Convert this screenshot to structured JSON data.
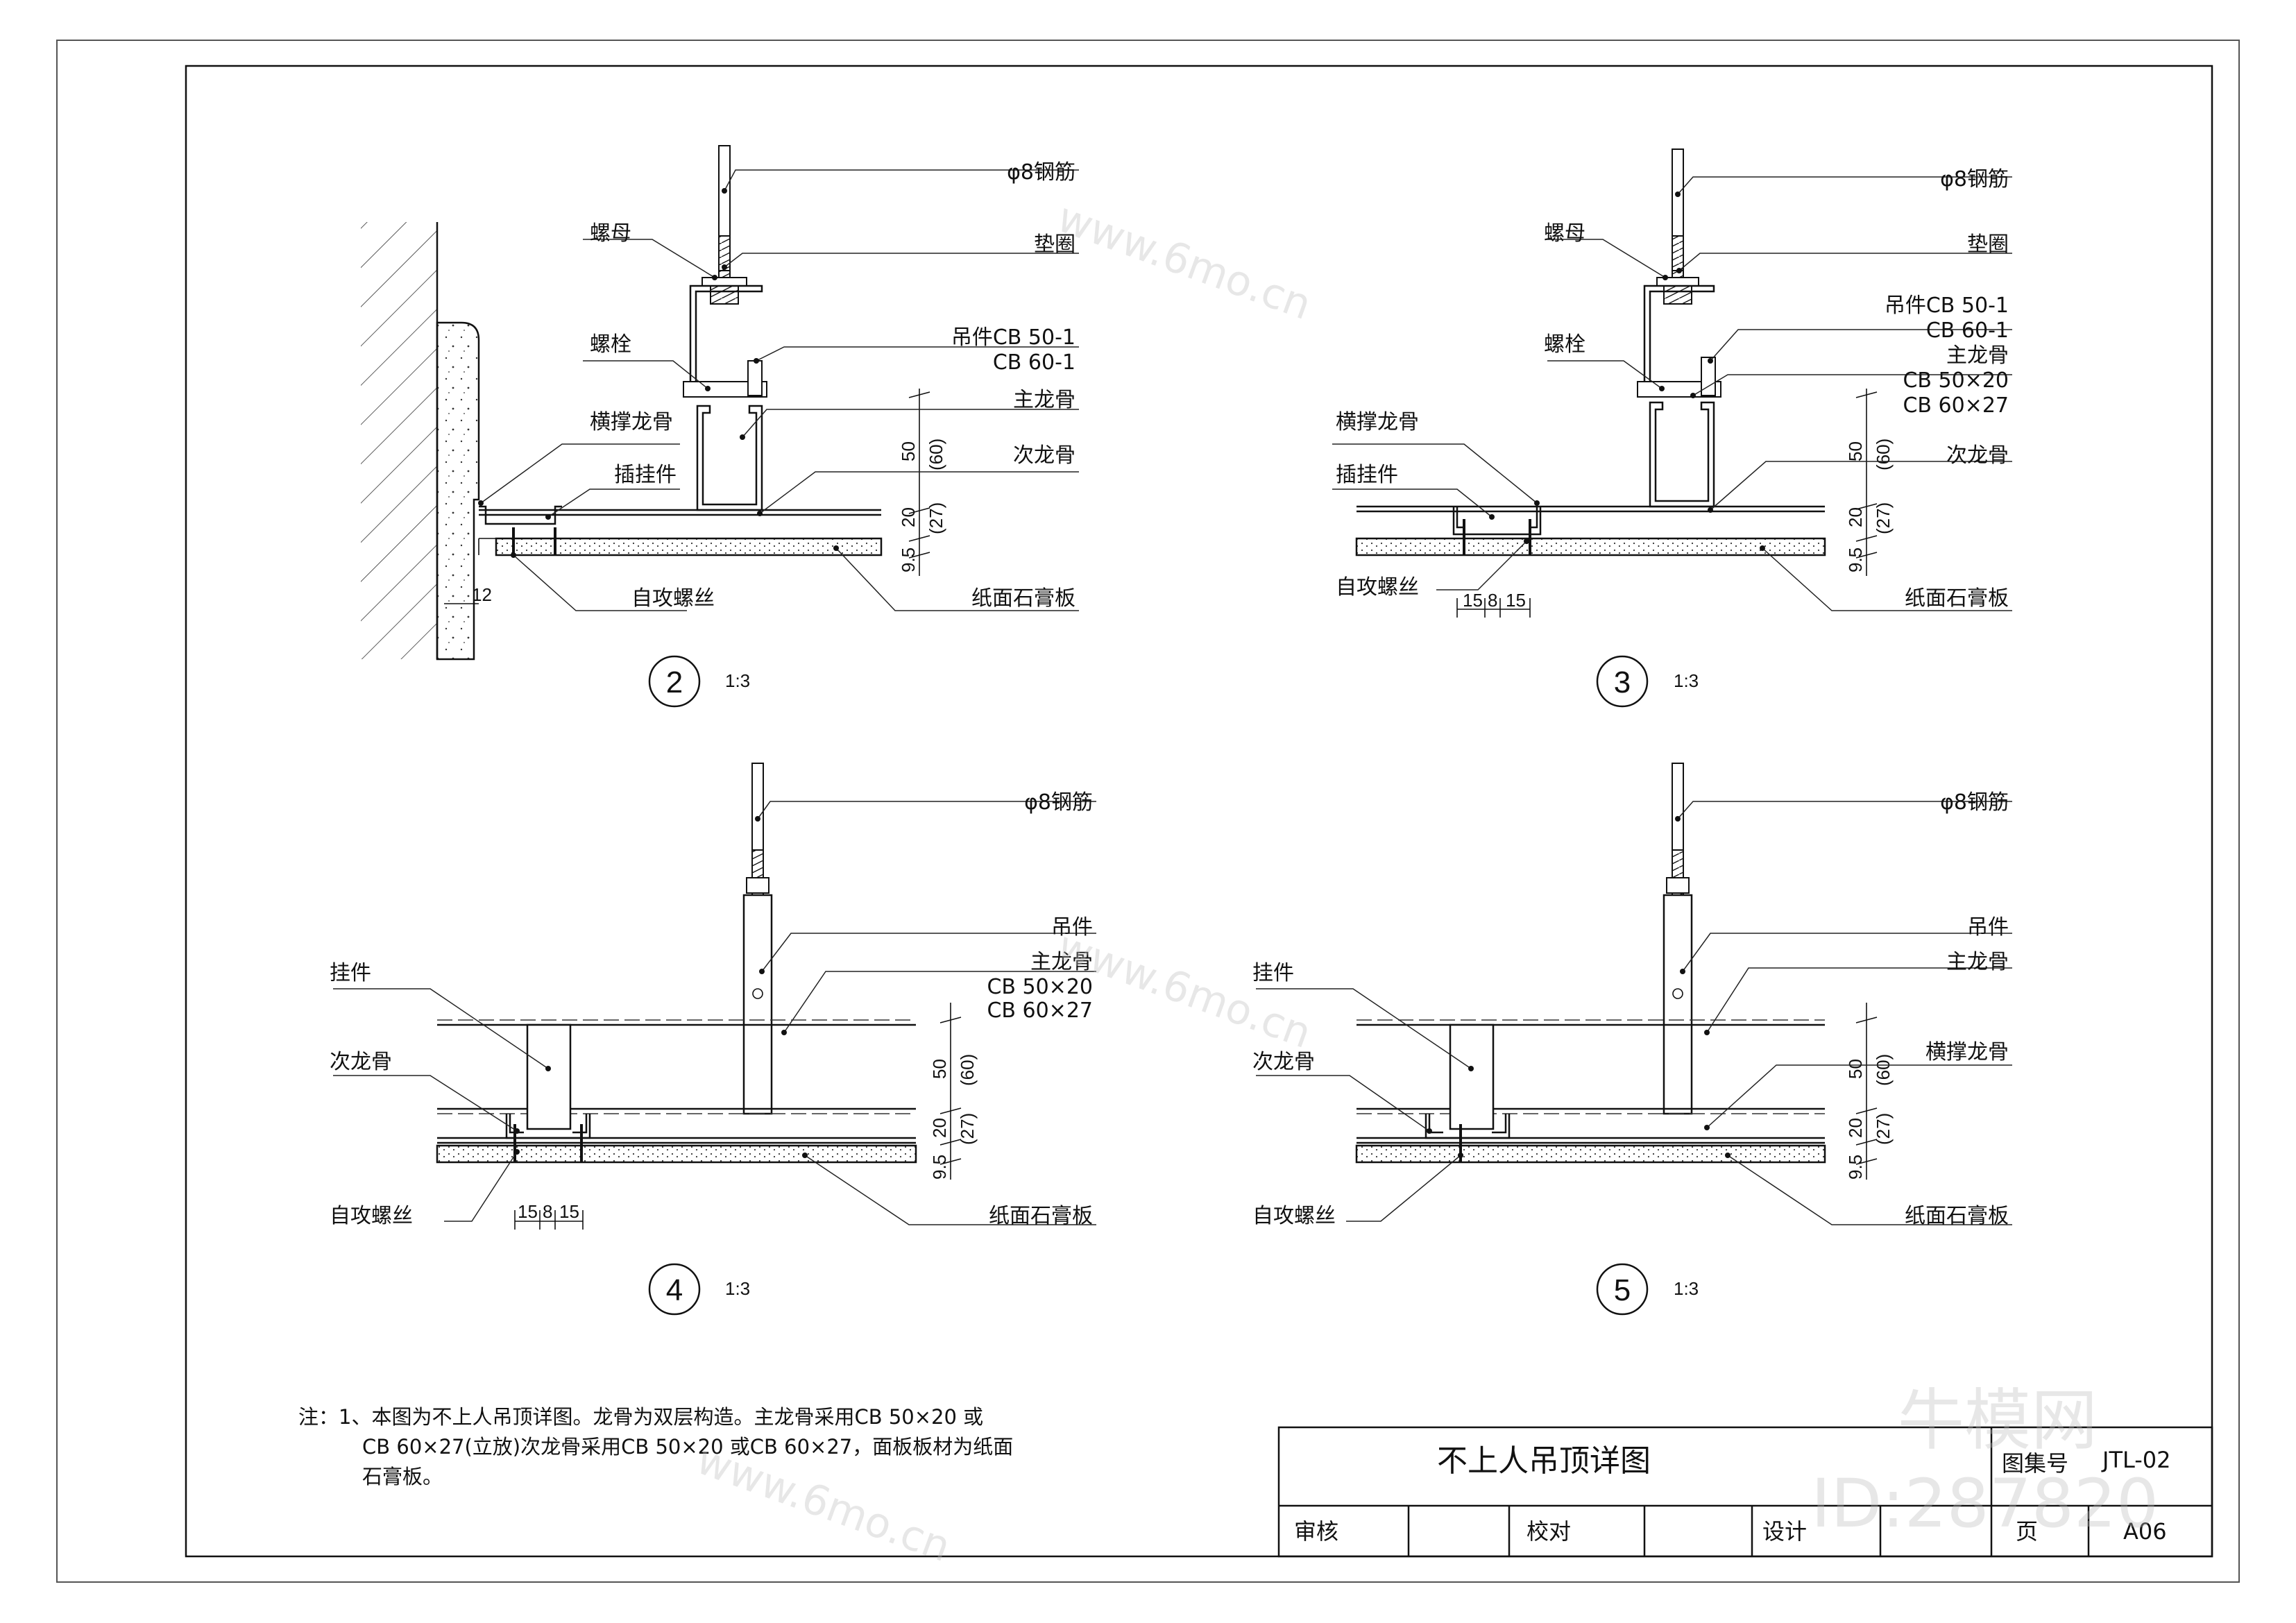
{
  "drawing": {
    "title": "不上人吊顶详图",
    "detail_2": {
      "number": "2",
      "scale": "1:3",
      "labels": {
        "rebar": "φ8钢筋",
        "nut": "螺母",
        "washer": "垫圈",
        "bolt": "螺栓",
        "hanger": "吊件CB 50-1",
        "hanger2": "CB 60-1",
        "main_keel": "主龙骨",
        "cross_keel": "横撑龙骨",
        "insert": "插挂件",
        "sub_keel": "次龙骨",
        "screw": "自攻螺丝",
        "gypsum": "纸面石膏板"
      },
      "dims": {
        "d1": "50",
        "d1b": "(60)",
        "d2": "20",
        "d2b": "(27)",
        "d3": "9.5",
        "wall": "12"
      }
    },
    "detail_3": {
      "number": "3",
      "scale": "1:3",
      "labels": {
        "rebar": "φ8钢筋",
        "nut": "螺母",
        "washer": "垫圈",
        "bolt": "螺栓",
        "hanger": "吊件CB 50-1",
        "hanger2": "CB 60-1",
        "main_keel": "主龙骨",
        "mk1": "CB 50×20",
        "mk2": "CB 60×27",
        "cross_keel": "横撑龙骨",
        "insert": "插挂件",
        "sub_keel": "次龙骨",
        "screw": "自攻螺丝",
        "gypsum": "纸面石膏板"
      },
      "dims": {
        "d1": "50",
        "d1b": "(60)",
        "d2": "20",
        "d2b": "(27)",
        "d3": "9.5",
        "a": "15",
        "b": "8",
        "c": "15"
      }
    },
    "detail_4": {
      "number": "4",
      "scale": "1:3",
      "labels": {
        "rebar": "φ8钢筋",
        "hanger": "吊件",
        "main_keel": "主龙骨",
        "mk1": "CB 50×20",
        "mk2": "CB 60×27",
        "clip": "挂件",
        "sub_keel": "次龙骨",
        "screw": "自攻螺丝",
        "gypsum": "纸面石膏板"
      },
      "dims": {
        "d1": "50",
        "d1b": "(60)",
        "d2": "20",
        "d2b": "(27)",
        "d3": "9.5",
        "a": "15",
        "b": "8",
        "c": "15"
      }
    },
    "detail_5": {
      "number": "5",
      "scale": "1:3",
      "labels": {
        "rebar": "φ8钢筋",
        "hanger": "吊件",
        "main_keel": "主龙骨",
        "cross_keel": "横撑龙骨",
        "clip": "挂件",
        "sub_keel": "次龙骨",
        "screw": "自攻螺丝",
        "gypsum": "纸面石膏板"
      },
      "dims": {
        "d1": "50",
        "d1b": "(60)",
        "d2": "20",
        "d2b": "(27)",
        "d3": "9.5"
      }
    },
    "notes": {
      "line1": "注：1、本图为不上人吊顶详图。龙骨为双层构造。主龙骨采用CB 50×20 或",
      "line2": "CB 60×27(立放)次龙骨采用CB 50×20 或CB 60×27，面板板材为纸面",
      "line3": "石膏板。"
    },
    "title_block": {
      "atlas_label": "图集号",
      "atlas_no": "JTL-02",
      "review": "审核",
      "check": "校对",
      "design": "设计",
      "page_label": "页",
      "page_no": "A06"
    },
    "watermark": {
      "logo": "牛模网",
      "url": "www.6mo.cn",
      "id": "ID:287820"
    }
  }
}
